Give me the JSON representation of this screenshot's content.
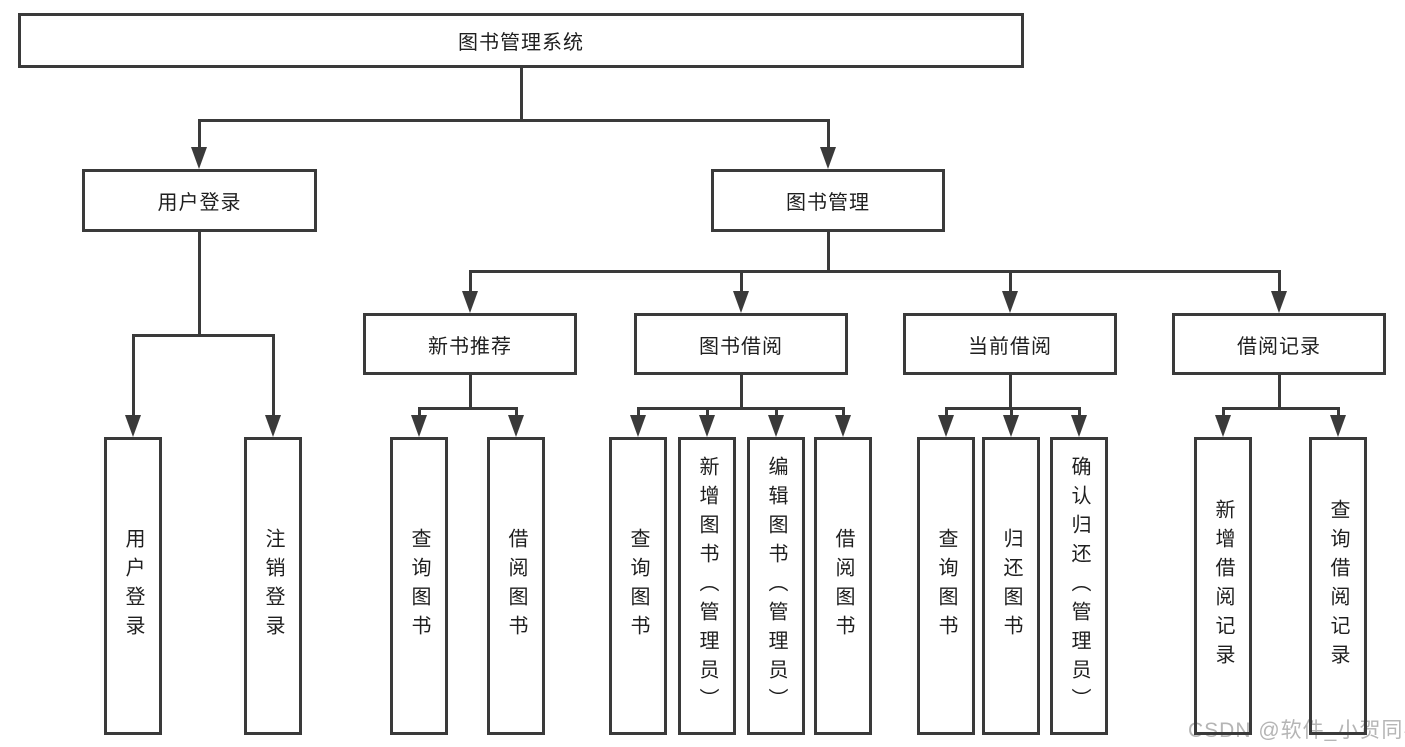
{
  "tree": {
    "label": "图书管理系统",
    "children": [
      {
        "label": "用户登录",
        "children": [
          {
            "label": "用户登录"
          },
          {
            "label": "注销登录"
          }
        ]
      },
      {
        "label": "图书管理",
        "children": [
          {
            "label": "新书推荐",
            "children": [
              {
                "label": "查询图书"
              },
              {
                "label": "借阅图书"
              }
            ]
          },
          {
            "label": "图书借阅",
            "children": [
              {
                "label": "查询图书"
              },
              {
                "label": "新增图书（管理员）"
              },
              {
                "label": "编辑图书（管理员）"
              },
              {
                "label": "借阅图书"
              }
            ]
          },
          {
            "label": "当前借阅",
            "children": [
              {
                "label": "查询图书"
              },
              {
                "label": "归还图书"
              },
              {
                "label": "确认归还（管理员）"
              }
            ]
          },
          {
            "label": "借阅记录",
            "children": [
              {
                "label": "新增借阅记录"
              },
              {
                "label": "查询借阅记录"
              }
            ]
          }
        ]
      }
    ]
  },
  "watermark": {
    "text": "CSDN @软件_小贺同学"
  },
  "colors": {
    "line": "#3a3a3a",
    "text": "#1f1f1f",
    "watermark": "#b5b5b5",
    "background": "#ffffff"
  }
}
